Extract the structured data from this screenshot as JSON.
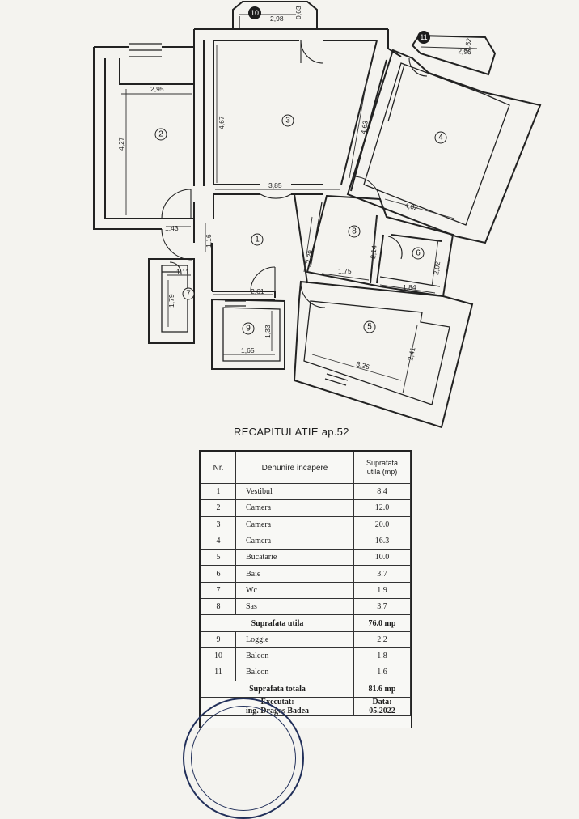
{
  "plan": {
    "rooms": [
      "1",
      "2",
      "3",
      "4",
      "5",
      "6",
      "7",
      "8",
      "9",
      "10",
      "11"
    ],
    "dimensions": [
      "2,95",
      "4,27",
      "4,67",
      "3,85",
      "4,63",
      "4,02",
      "1,43",
      "1,16",
      "1,11",
      "1,79",
      "2,61",
      "1,65",
      "1,33",
      "2,29",
      "2,14",
      "1,75",
      "2,02",
      "1,84",
      "2,41",
      "3,26",
      "2,98",
      "0,63",
      "2,96",
      "0,62"
    ]
  },
  "recap": {
    "title": "RECAPITULATIE ap.52",
    "headers": {
      "nr": "Nr.",
      "name": "Denunire incapere",
      "area_line1": "Suprafata",
      "area_line2": "utila (mp)"
    },
    "rows": [
      {
        "nr": "1",
        "name": "Vestibul",
        "area": "8.4"
      },
      {
        "nr": "2",
        "name": "Camera",
        "area": "12.0"
      },
      {
        "nr": "3",
        "name": "Camera",
        "area": "20.0"
      },
      {
        "nr": "4",
        "name": "Camera",
        "area": "16.3"
      },
      {
        "nr": "5",
        "name": "Bucatarie",
        "area": "10.0"
      },
      {
        "nr": "6",
        "name": "Baie",
        "area": "3.7"
      },
      {
        "nr": "7",
        "name": "Wc",
        "area": "1.9"
      },
      {
        "nr": "8",
        "name": "Sas",
        "area": "3.7"
      }
    ],
    "useful_total": {
      "label": "Suprafata utila",
      "area": "76.0 mp"
    },
    "extra_rows": [
      {
        "nr": "9",
        "name": "Loggie",
        "area": "2.2"
      },
      {
        "nr": "10",
        "name": "Balcon",
        "area": "1.8"
      },
      {
        "nr": "11",
        "name": "Balcon",
        "area": "1.6"
      }
    ],
    "grand_total": {
      "label": "Suprafata totala",
      "area": "81.6 mp"
    },
    "footer": {
      "executed_label": "Executat:",
      "executed_value": "ing. Dragos Badea",
      "date_label": "Data:",
      "date_value": "05.2022"
    }
  }
}
